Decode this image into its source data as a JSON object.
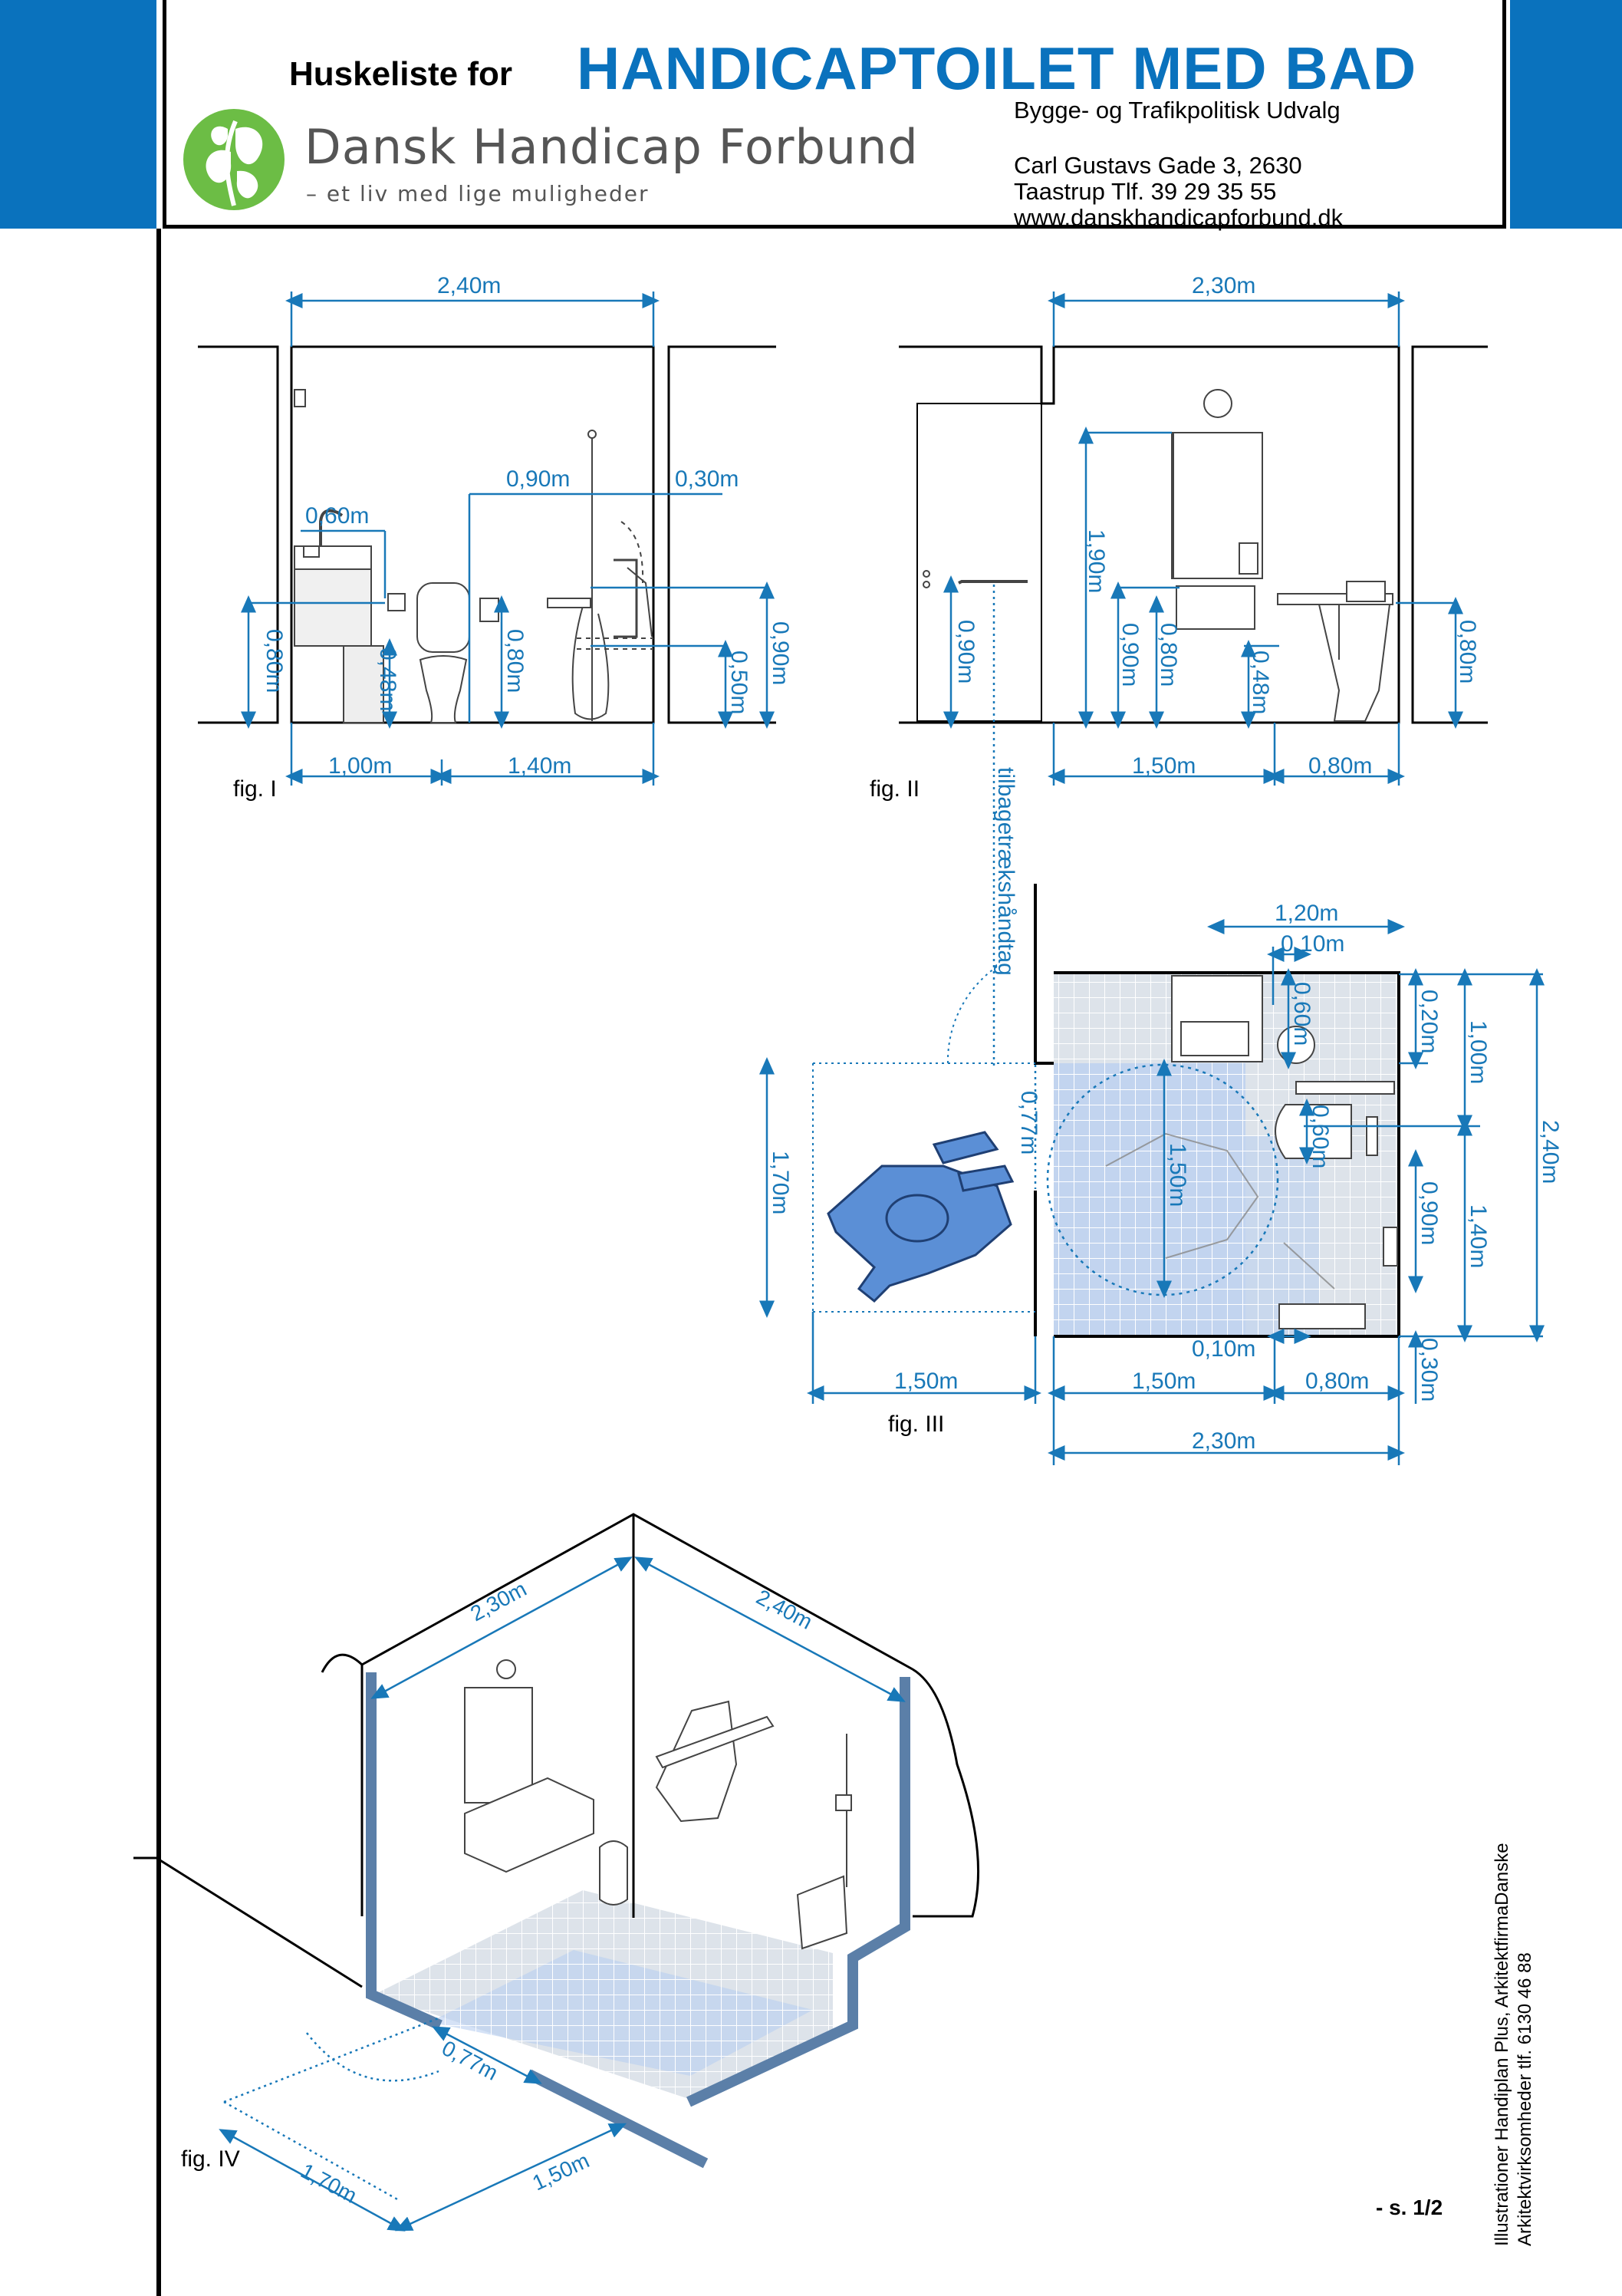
{
  "header": {
    "prefix": "Huskeliste for",
    "title": "HANDICAPTOILET MED BAD",
    "committee": "Bygge- og Trafikpolitisk Udvalg",
    "address_line1": "Carl Gustavs Gade 3, 2630",
    "address_line2": "Taastrup Tlf. 39 29 35 55",
    "website": "www.danskhandicapforbund.dk"
  },
  "logo": {
    "name": "Dansk Handicap Forbund",
    "tagline": "– et liv med lige muligheder",
    "icon": "leaf-logo-icon"
  },
  "figures": {
    "fig1": {
      "label": "fig. I",
      "dims": [
        "2,40m",
        "0,90m",
        "0,30m",
        "0,60m",
        "0,80m",
        "0,48m",
        "0,80m",
        "0,50m",
        "0,90m",
        "1,00m",
        "1,40m"
      ]
    },
    "fig2": {
      "label": "fig. II",
      "dims": [
        "2,30m",
        "1,90m",
        "0,90m",
        "0,90m",
        "0,80m",
        "0,48m",
        "0,80m",
        "1,50m",
        "0,80m"
      ],
      "handle_label": "tilbagetrækshåndtag"
    },
    "fig3": {
      "label": "fig. III",
      "dims": [
        "1,20m",
        "0,10m",
        "0,60m",
        "0,20m",
        "1,00m",
        "2,40m",
        "0,60m",
        "1,40m",
        "0,90m",
        "1,70m",
        "0,77m",
        "1,50m",
        "0,10m",
        "1,50m",
        "1,50m",
        "0,80m",
        "0,30m",
        "2,30m"
      ]
    },
    "fig4": {
      "label": "fig. IV",
      "dims": [
        "2,30m",
        "2,40m",
        "0,77m",
        "1,70m",
        "1,50m"
      ]
    }
  },
  "credits": {
    "line1": "Illustrationer Handiplan Plus, ArkitektfirmaDanske",
    "line2": "Arkitektvirksomheder tlf. 6130 46 88"
  },
  "page": "- s.  1/2",
  "colors": {
    "brand_blue": "#0a72bd",
    "dimension_blue": "#1878b8",
    "floor_light": "#dde3ea",
    "floor_blue": "#b9cff0",
    "wheelchair_blue": "#5b8fd6",
    "logo_green": "#6cbd45"
  }
}
